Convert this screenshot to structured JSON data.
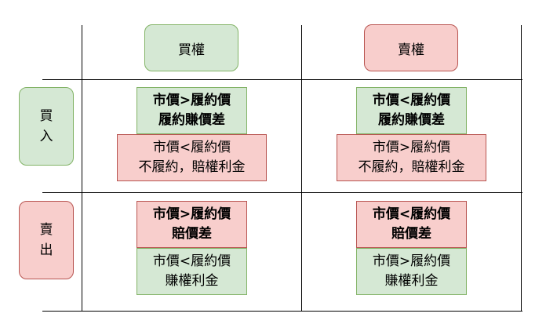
{
  "colors": {
    "green_fill": "#d5e8d4",
    "green_border": "#82b366",
    "red_fill": "#f8cecc",
    "red_border": "#b85450",
    "grid_line": "#000000"
  },
  "headers": {
    "call": "買權",
    "put": "賣權"
  },
  "rows": {
    "buy": {
      "char1": "買",
      "char2": "入"
    },
    "sell": {
      "char1": "賣",
      "char2": "出"
    }
  },
  "cells": {
    "buy_call": {
      "main": {
        "line1": "市價>履約價",
        "line2": "履約賺價差"
      },
      "alt": {
        "line1": "市價<履約價",
        "line2": "不履約，賠權利金"
      }
    },
    "buy_put": {
      "main": {
        "line1": "市價<履約價",
        "line2": "履約賺價差"
      },
      "alt": {
        "line1": "市價>履約價",
        "line2": "不履約，賠權利金"
      }
    },
    "sell_call": {
      "main": {
        "line1": "市價>履約價",
        "line2": "賠價差"
      },
      "alt": {
        "line1": "市價<履約價",
        "line2": "賺權利金"
      }
    },
    "sell_put": {
      "main": {
        "line1": "市價<履約價",
        "line2": "賠價差"
      },
      "alt": {
        "line1": "市價>履約價",
        "line2": "賺權利金"
      }
    }
  }
}
